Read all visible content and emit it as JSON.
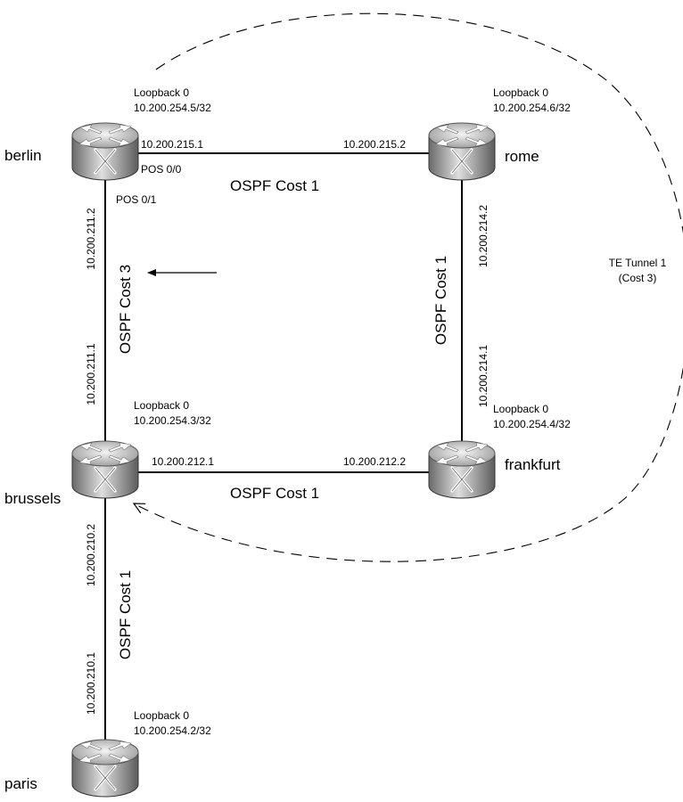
{
  "routers": {
    "berlin": {
      "name": "berlin",
      "loopback_label": "Loopback 0",
      "loopback_ip": "10.200.254.5/32"
    },
    "rome": {
      "name": "rome",
      "loopback_label": "Loopback 0",
      "loopback_ip": "10.200.254.6/32"
    },
    "brussels": {
      "name": "brussels",
      "loopback_label": "Loopback 0",
      "loopback_ip": "10.200.254.3/32"
    },
    "frankfurt": {
      "name": "frankfurt",
      "loopback_label": "Loopback 0",
      "loopback_ip": "10.200.254.4/32"
    },
    "paris": {
      "name": "paris",
      "loopback_label": "Loopback 0",
      "loopback_ip": "10.200.254.2/32"
    }
  },
  "links": {
    "berlin_rome": {
      "cost": "OSPF Cost 1",
      "ip_a": "10.200.215.1",
      "ip_b": "10.200.215.2",
      "interface_a": "POS 0/0"
    },
    "berlin_brussels": {
      "cost": "OSPF Cost 3",
      "ip_a": "10.200.211.2",
      "ip_b": "10.200.211.1",
      "interface_a": "POS 0/1"
    },
    "rome_frankfurt": {
      "cost": "OSPF Cost 1",
      "ip_a": "10.200.214.2",
      "ip_b": "10.200.214.1"
    },
    "brussels_frankfurt": {
      "cost": "OSPF Cost 1",
      "ip_a": "10.200.212.1",
      "ip_b": "10.200.212.2"
    },
    "brussels_paris": {
      "cost": "OSPF Cost 1",
      "ip_a": "10.200.210.2",
      "ip_b": "10.200.210.1"
    }
  },
  "tunnel": {
    "name": "TE Tunnel 1",
    "cost": "(Cost 3)"
  },
  "icons": {
    "router": "router-icon"
  }
}
